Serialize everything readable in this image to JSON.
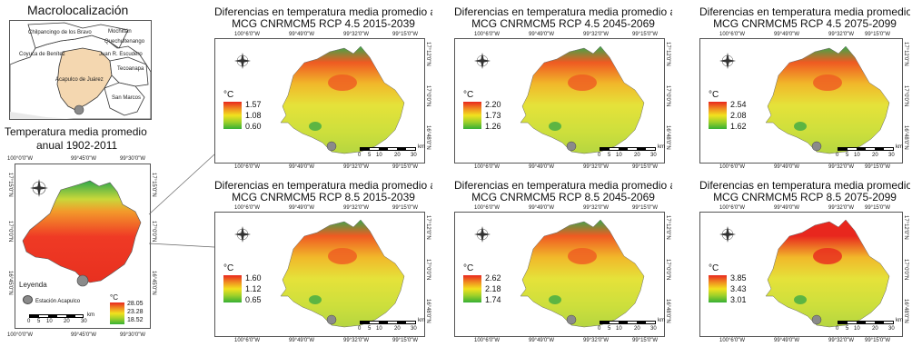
{
  "macro": {
    "title": "Macrolocalización",
    "labels": [
      "Chilpancingo de los Bravo",
      "Mochitlán",
      "Quechultenango",
      "Coyuca de Benítez",
      "Juan R. Escudero",
      "Tecoanapa",
      "Acapulco de Juárez",
      "San Marcos"
    ]
  },
  "historic": {
    "title_line1": "Temperatura media promedio",
    "title_line2": "anual 1902-2011",
    "top_ticks": [
      "100°0'0\"W",
      "99°45'0\"W",
      "99°30'0\"W"
    ],
    "bottom_ticks": [
      "100°0'0\"W",
      "99°45'0\"W",
      "99°30'0\"W"
    ],
    "left_ticks": [
      "17°15'0\"N",
      "17°0'0\"N",
      "16°45'0\"N"
    ],
    "right_ticks": [
      "17°15'0\"N",
      "17°0'0\"N",
      "16°45'0\"N"
    ],
    "legend_title": "Leyenda",
    "station_label": "Estación Acapulco",
    "unit": "°C",
    "values": [
      "28.05",
      "23.28",
      "18.52"
    ],
    "scale_labels": [
      "0",
      "5",
      "10",
      "20",
      "30"
    ],
    "scale_unit": "km"
  },
  "panel_common": {
    "title_line1": "Diferencias en temperatura media promedio anual",
    "top_ticks": [
      "100°6'0\"W",
      "99°49'0\"W",
      "99°32'0\"W",
      "99°15'0\"W"
    ],
    "right_ticks": [
      "17°12'0\"N",
      "17°0'0\"N",
      "16°48'0\"N"
    ],
    "unit": "°C",
    "scale_labels": [
      "0",
      "5",
      "10",
      "20",
      "30"
    ],
    "scale_unit": "km"
  },
  "panels": [
    {
      "line2": "MCG CNRMCM5 RCP 4.5 2015-2039",
      "values": [
        "1.57",
        "1.08",
        "0.60"
      ]
    },
    {
      "line2": "MCG CNRMCM5 RCP 4.5 2045-2069",
      "values": [
        "2.20",
        "1.73",
        "1.26"
      ]
    },
    {
      "line2": "MCG CNRMCM5 RCP 4.5 2075-2099",
      "values": [
        "2.54",
        "2.08",
        "1.62"
      ]
    },
    {
      "line2": "MCG CNRMCM5 RCP 8.5 2015-2039",
      "values": [
        "1.60",
        "1.12",
        "0.65"
      ]
    },
    {
      "line2": "MCG CNRMCM5 RCP 8.5 2045-2069",
      "values": [
        "2.62",
        "2.18",
        "1.74"
      ]
    },
    {
      "line2": "MCG CNRMCM5 RCP 8.5 2075-2099",
      "values": [
        "3.85",
        "3.43",
        "3.01"
      ]
    }
  ]
}
